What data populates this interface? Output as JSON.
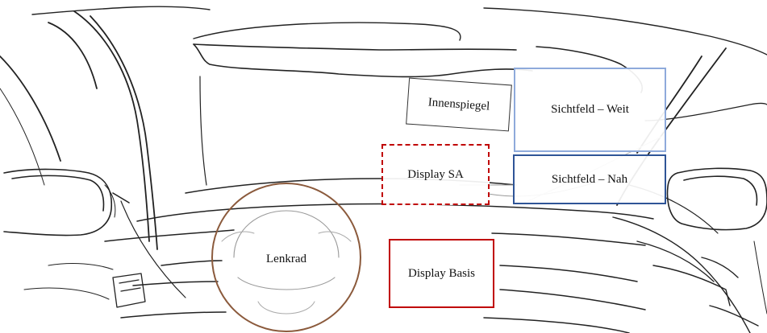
{
  "labels": {
    "innenspiegel": "Innenspiegel",
    "sichtfeld_weit": "Sichtfeld – Weit",
    "sichtfeld_nah": "Sichtfeld – Nah",
    "display_sa": "Display SA",
    "display_basis": "Display Basis",
    "lenkrad": "Lenkrad"
  },
  "colors": {
    "weit_border": "#8eaadb",
    "nah_border": "#2f5597",
    "display_border": "#c00000",
    "steering_wheel": "#8b5a3c"
  }
}
